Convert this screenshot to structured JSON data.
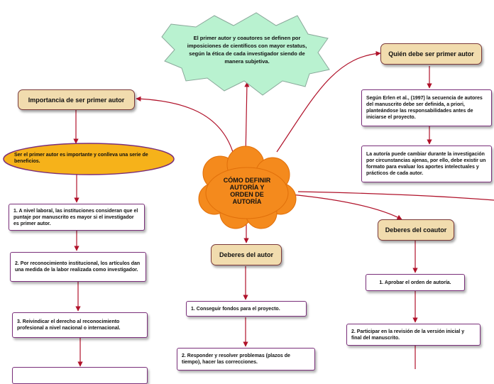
{
  "central": {
    "label": "CÓMO DEFINIR AUTORÍA Y ORDEN DE AUTORÍA"
  },
  "star": {
    "text": "El primer autor y coautores se definen por imposiciones de  científicos con mayor estatus,  según la ética de cada investigador siendo de manera subjetiva."
  },
  "left": {
    "header": "Importancia de ser primer autor",
    "oval": "Ser el primer autor es importante y conlleva una serie de beneficios.",
    "items": [
      "1. A nivel laboral, las  instituciones consideran que el puntaje por manuscrito es mayor si el investigador es primer autor.",
      "2. Por reconocimiento institucional, los artículos dan una medida de la labor realizada como investigador.",
      "3. Reivindicar el derecho al reconocimiento profesional a nivel nacional o internacional."
    ]
  },
  "middle": {
    "header": "Deberes del autor",
    "items": [
      "1. Conseguir fondos para el proyecto.",
      "2. Responder y resolver problemas (plazos de tiempo), hacer las correcciones."
    ]
  },
  "right": {
    "header": "Quién debe ser primer autor",
    "items": [
      "Según Erlen et al., (1997) la secuencia de autores del manuscrito debe ser definida, a priori, planteándose las responsabilidades antes de iniciarse el proyecto.",
      "La autoría puede cambiar durante la investigación por circunstancias ajenas, por ello, debe existir un formato para evaluar los aportes intelectuales y prácticos de cada autor."
    ]
  },
  "coauthor": {
    "header": "Deberes del coautor",
    "items": [
      "1. Aprobar el orden de autoría.",
      "2. Participar en la revisión de la versión inicial y final del manuscrito."
    ]
  },
  "colors": {
    "connector": "#b0122a",
    "box_border": "#7a2f7a",
    "header_fill": "#f1dcae",
    "central_fill": "#f48a1d",
    "star_fill": "#b9f2d0",
    "oval_fill": "#f6b21a"
  }
}
